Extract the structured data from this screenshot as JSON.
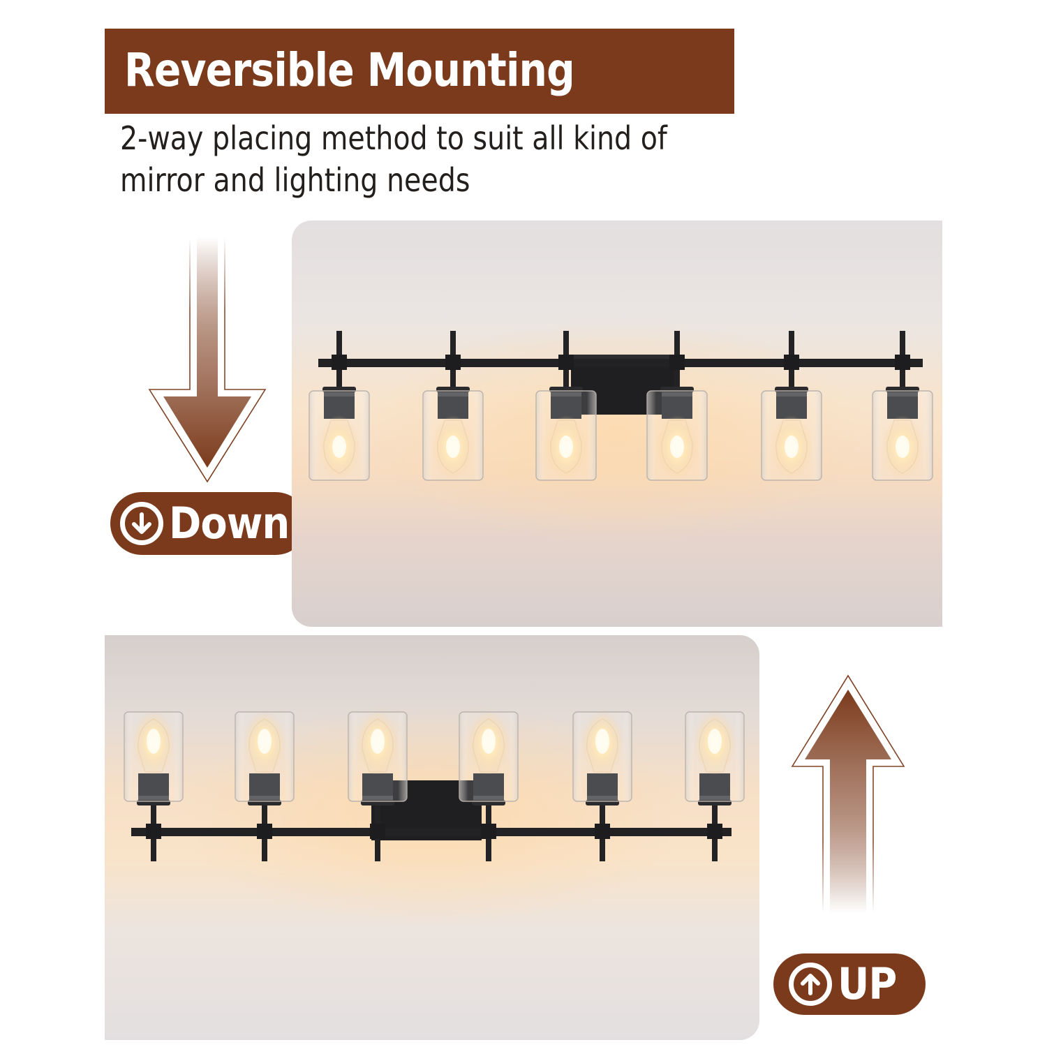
{
  "header": {
    "title": "Reversible Mounting",
    "subtitle_lines": [
      "2-way placing method to suit all kind of",
      "mirror and lighting needs"
    ]
  },
  "colors": {
    "brand_brown": "#7b3a1b",
    "text_dark": "#231f1c",
    "fixture_black": "#1f1f21",
    "warm_glow": "#f8e0c2"
  },
  "panels": [
    {
      "id": "down",
      "label": "Down",
      "icon": "circle-arrow-down-icon",
      "direction_arrow": "arrow-down",
      "fixture": {
        "lights": 6,
        "orientation": "shades hanging downward",
        "finish": "matte black",
        "shade": "clear glass cylinder",
        "bulb": "edison filament"
      }
    },
    {
      "id": "up",
      "label": "UP",
      "icon": "circle-arrow-up-icon",
      "direction_arrow": "arrow-up",
      "fixture": {
        "lights": 6,
        "orientation": "shades facing upward",
        "finish": "matte black",
        "shade": "clear glass cylinder",
        "bulb": "edison filament"
      }
    }
  ]
}
